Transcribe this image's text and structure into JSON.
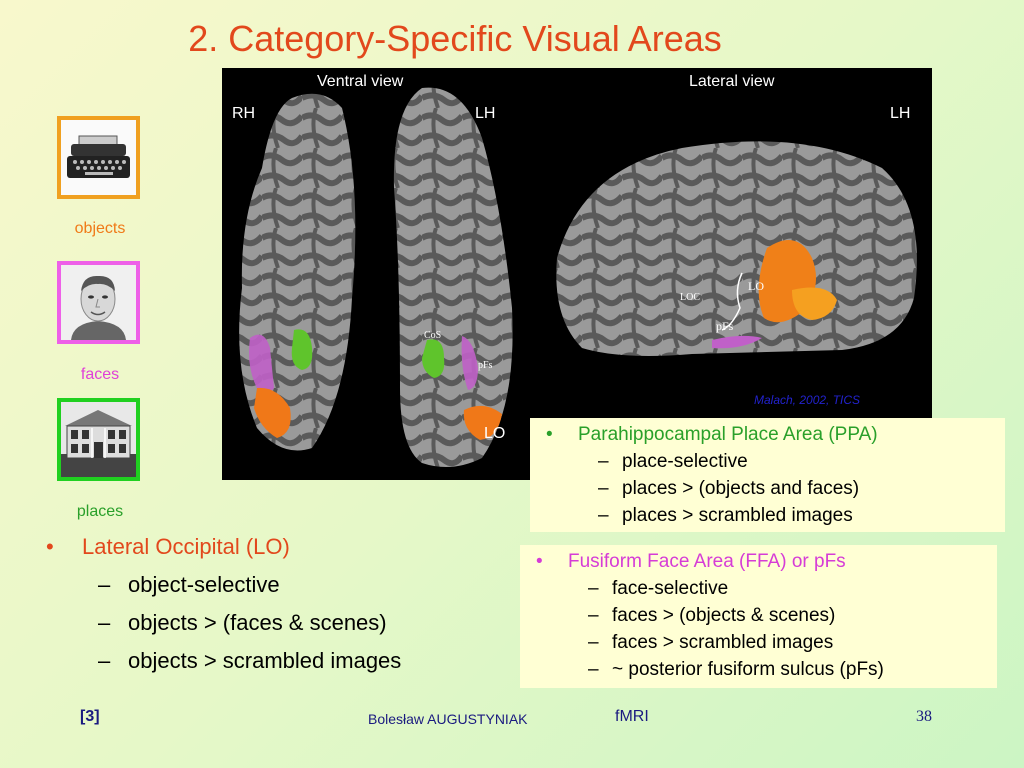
{
  "title": "2. Category-Specific Visual Areas",
  "stimuli": [
    {
      "label": "objects",
      "color": "#f0a020",
      "icon": "typewriter-icon"
    },
    {
      "label": "faces",
      "color": "#ee60e8",
      "icon": "face-icon"
    },
    {
      "label": "places",
      "color": "#20d020",
      "icon": "house-icon"
    }
  ],
  "figure": {
    "ventral_view": "Ventral view",
    "lateral_view": "Lateral view",
    "rh": "RH",
    "lh_ventral": "LH",
    "lh_lateral": "LH",
    "lo_ventral": "LO",
    "cos": "CoS",
    "pfs_ventral": "pFs",
    "loc": "LOC",
    "lo_lateral": "LO",
    "pfs_lateral": "pFs",
    "citation": "Malach, 2002, TICS"
  },
  "ppa": {
    "heading": "Parahippocampal Place Area (PPA)",
    "color": "#2aa02a",
    "items": [
      "place-selective",
      "places > (objects and faces)",
      "places > scrambled images"
    ]
  },
  "lo": {
    "heading": "Lateral Occipital (LO)",
    "items": [
      "object-selective",
      "objects > (faces & scenes)",
      "objects > scrambled images"
    ]
  },
  "ffa": {
    "heading": "Fusiform Face Area (FFA) or pFs",
    "color": "#d63cd6",
    "items": [
      "face-selective",
      "faces > (objects & scenes)",
      "faces > scrambled images",
      "~ posterior fusiform sulcus (pFs)"
    ]
  },
  "footer": {
    "ref": "[3]",
    "author": "Bolesław AUGUSTYNIAK",
    "course": "fMRI",
    "page": "38"
  }
}
